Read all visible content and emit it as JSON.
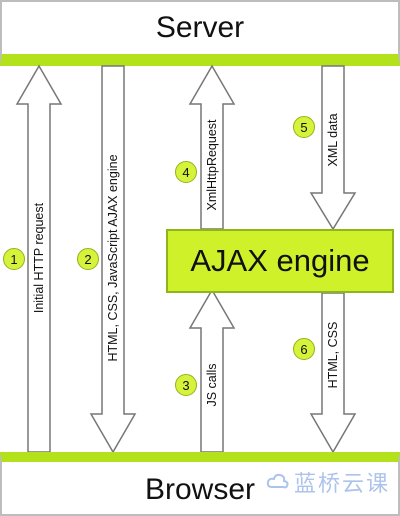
{
  "boxes": {
    "server": "Server",
    "browser": "Browser",
    "ajax_engine": "AJAX engine"
  },
  "arrows": [
    {
      "number": "1",
      "label": "Initial HTTP request",
      "direction": "up",
      "from": "Browser",
      "to": "Server"
    },
    {
      "number": "2",
      "label": "HTML, CSS, JavaScript AJAX engine",
      "direction": "down",
      "from": "Server",
      "to": "Browser"
    },
    {
      "number": "3",
      "label": "JS calls",
      "direction": "up",
      "from": "Browser",
      "to": "AJAX engine"
    },
    {
      "number": "4",
      "label": "XmlHttpRequest",
      "direction": "up",
      "from": "AJAX engine",
      "to": "Server"
    },
    {
      "number": "5",
      "label": "XML data",
      "direction": "down",
      "from": "Server",
      "to": "AJAX engine"
    },
    {
      "number": "6",
      "label": "HTML, CSS",
      "direction": "down",
      "from": "AJAX engine",
      "to": "Browser"
    }
  ],
  "watermark": "蓝桥云课",
  "colors": {
    "accent_green": "#b3e21a",
    "engine_fill": "#cff12a",
    "arrow_stroke": "#777777",
    "box_border": "#bdbdbd"
  }
}
